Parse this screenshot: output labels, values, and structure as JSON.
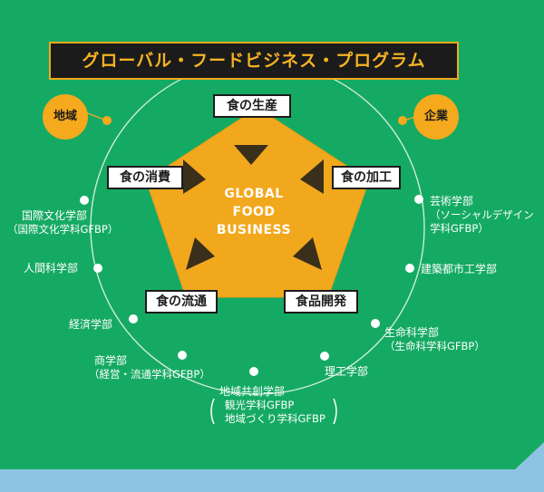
{
  "title": "グローバル・フードビジネス・プログラム",
  "center": {
    "line1": "GLOBAL",
    "line2": "FOOD",
    "line3": "BUSINESS"
  },
  "stages": {
    "production": "食の生産",
    "processing": "食の加工",
    "development": "食品開発",
    "distribution": "食の流通",
    "consumption": "食の消費"
  },
  "bubbles": {
    "region": "地域",
    "company": "企業"
  },
  "faculties": {
    "arts": {
      "name": "芸術学部",
      "sub1": "（ソーシャルデザイン",
      "sub2": "学科GFBP）"
    },
    "architecture": {
      "name": "建築都市工学部"
    },
    "life_science": {
      "name": "生命科学部",
      "sub1": "（生命科学科GFBP）"
    },
    "science_engineering": {
      "name": "理工学部"
    },
    "regional": {
      "name": "地域共創学部",
      "sub1": "観光学科GFBP",
      "sub2": "地域づくり学科GFBP"
    },
    "commerce": {
      "name": "商学部",
      "sub1": "（経営・流通学科GFBP）"
    },
    "economics": {
      "name": "経済学部"
    },
    "human_science": {
      "name": "人間科学部"
    },
    "international": {
      "name": "国際文化学部",
      "sub1": "（国際文化学科GFBP）"
    }
  },
  "colors": {
    "background": "#15aa63",
    "accent": "#f5a91d",
    "dark": "#1b1b1b",
    "outer": "#8ec3e3"
  }
}
